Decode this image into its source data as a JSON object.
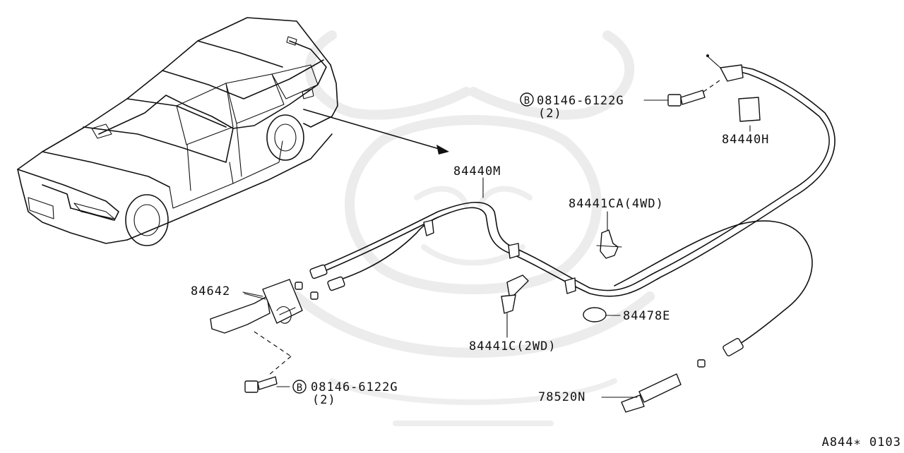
{
  "diagram": {
    "code": "A844∗ 0103",
    "bolt_marker": "B",
    "callouts": {
      "bolt_top": {
        "part": "08146-6122G",
        "qty": "(2)"
      },
      "bolt_bottom": {
        "part": "08146-6122G",
        "qty": "(2)"
      },
      "label_h": "84440H",
      "cable_m": "84440M",
      "clip_ca": "84441CA(4WD)",
      "clip_c": "84441C(2WD)",
      "grommet": "84478E",
      "opener": "84642",
      "handle": "78520N"
    }
  }
}
